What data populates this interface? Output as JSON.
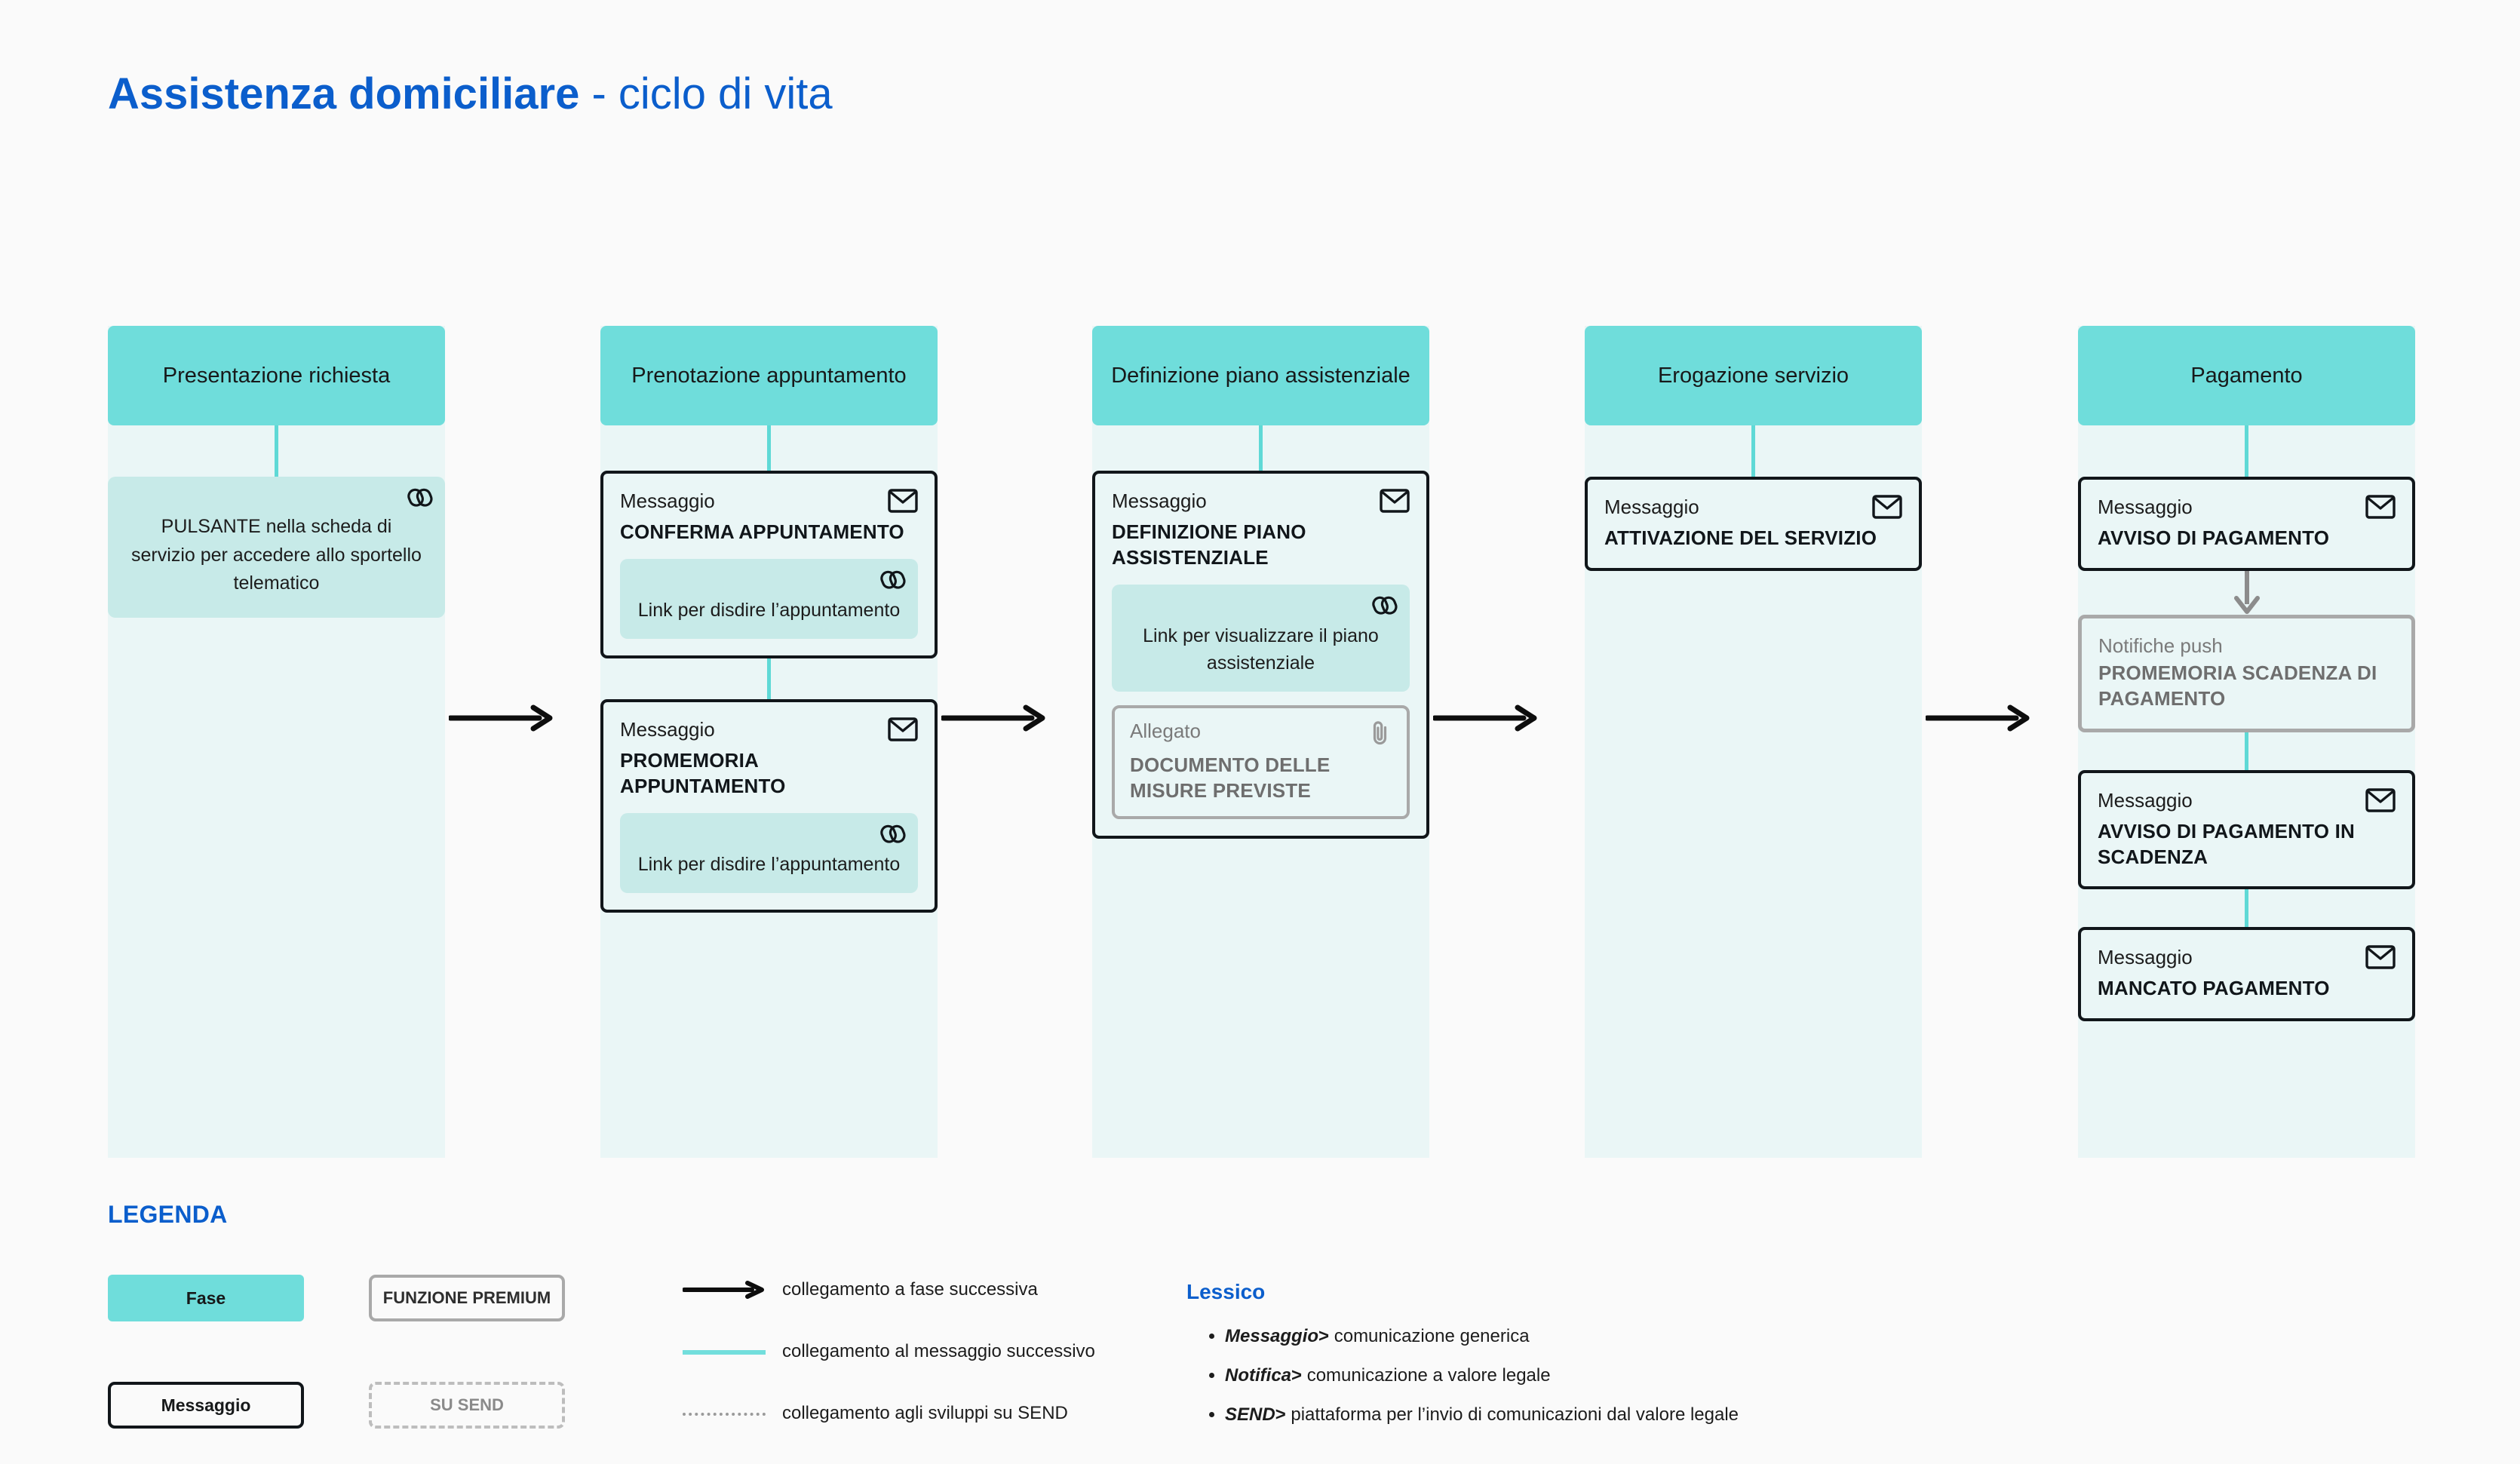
{
  "title": {
    "bold": "Assistenza domiciliare",
    "regular": " - ciclo di vita"
  },
  "colors": {
    "page_bg": "#FAFAFA",
    "brand_blue": "#0B5ECC",
    "phase_teal": "#6FDDDB",
    "column_bg": "#EAF6F6",
    "linkbox_teal": "#C7EAE8",
    "connector_teal": "#5FD9D6",
    "gray_border": "#A9A9A9",
    "gray_text": "#6E6E6E",
    "card_border": "#11161A"
  },
  "flow": {
    "phases": [
      {
        "id": "presentazione-richiesta",
        "label": "Presentazione richiesta",
        "blocks": [
          {
            "type": "info",
            "icon": "link-icon",
            "text_strong": "PULSANTE",
            "text": " nella scheda di servizio per accedere allo sportello telematico"
          }
        ]
      },
      {
        "id": "prenotazione-appuntamento",
        "label": "Prenotazione appuntamento",
        "blocks": [
          {
            "type": "message",
            "icon": "envelope-icon",
            "kind": "Messaggio",
            "title": "CONFERMA APPUNTAMENTO",
            "linkbox": {
              "icon": "link-icon",
              "text": "Link per disdire l’appuntamento"
            }
          },
          {
            "type": "message",
            "icon": "envelope-icon",
            "kind": "Messaggio",
            "title": "PROMEMORIA APPUNTAMENTO",
            "linkbox": {
              "icon": "link-icon",
              "text": "Link per disdire l’appuntamento"
            }
          }
        ]
      },
      {
        "id": "definizione-piano-assistenziale",
        "label": "Definizione piano assistenziale",
        "blocks": [
          {
            "type": "message",
            "icon": "envelope-icon",
            "kind": "Messaggio",
            "title": "DEFINIZIONE PIANO ASSISTENZIALE",
            "linkbox": {
              "icon": "link-icon",
              "text": "Link per visualizzare il piano assistenziale"
            },
            "attachment": {
              "icon": "paperclip-icon",
              "kind": "Allegato",
              "title": "DOCUMENTO DELLE MISURE PREVISTE"
            }
          }
        ]
      },
      {
        "id": "erogazione-servizio",
        "label": "Erogazione servizio",
        "blocks": [
          {
            "type": "message",
            "icon": "envelope-icon",
            "kind": "Messaggio",
            "title": "ATTIVAZIONE DEL SERVIZIO"
          }
        ]
      },
      {
        "id": "pagamento",
        "label": "Pagamento",
        "blocks": [
          {
            "type": "message",
            "icon": "envelope-icon",
            "kind": "Messaggio",
            "title": "AVVISO DI PAGAMENTO"
          },
          {
            "type": "premium",
            "kind": "Notifiche push",
            "title": "PROMEMORIA SCADENZA DI PAGAMENTO"
          },
          {
            "type": "message",
            "icon": "envelope-icon",
            "kind": "Messaggio",
            "title": "AVVISO DI PAGAMENTO IN SCADENZA"
          },
          {
            "type": "message",
            "icon": "envelope-icon",
            "kind": "Messaggio",
            "title": "MANCATO PAGAMENTO"
          }
        ]
      }
    ]
  },
  "legend": {
    "title": "LEGENDA",
    "swatches": {
      "fase": "Fase",
      "messaggio": "Messaggio",
      "funzione_premium": "FUNZIONE PREMIUM",
      "su_send": "SU SEND"
    },
    "lines": [
      {
        "style": "black-arrow",
        "label": "collegamento a fase successiva"
      },
      {
        "style": "teal-line",
        "label": "collegamento al messaggio successivo"
      },
      {
        "style": "dotted-line",
        "label": "collegamento agli sviluppi su SEND"
      }
    ],
    "lessico": {
      "title": "Lessico",
      "items": [
        {
          "term": "Messaggio",
          "sep": ">",
          "definition": " comunicazione generica"
        },
        {
          "term": "Notifica",
          "sep": ">",
          "definition": " comunicazione a valore legale"
        },
        {
          "term": "SEND",
          "sep": ">",
          "definition": " piattaforma per  l’invio di comunicazioni dal valore legale"
        }
      ]
    }
  }
}
